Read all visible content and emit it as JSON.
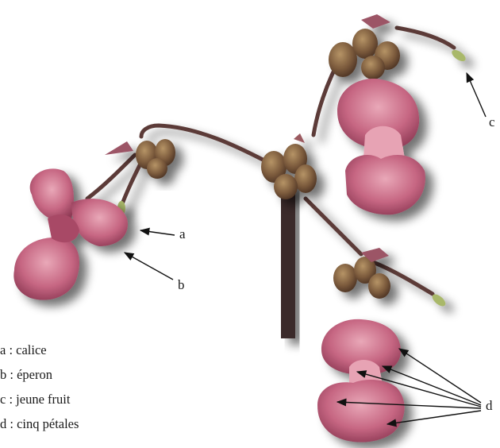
{
  "labels": {
    "a": "a",
    "b": "b",
    "c": "c",
    "d": "d"
  },
  "legend": [
    "a : calice",
    "b : éperon",
    "c : jeune fruit",
    "d : cinq pétales"
  ],
  "colors": {
    "petal": "#c2627e",
    "petal_light": "#e7a3b4",
    "petal_dark": "#8c3a54",
    "stem": "#5b3b37",
    "bud": "#7b5a3c",
    "shadow": "#7a7a7a"
  }
}
